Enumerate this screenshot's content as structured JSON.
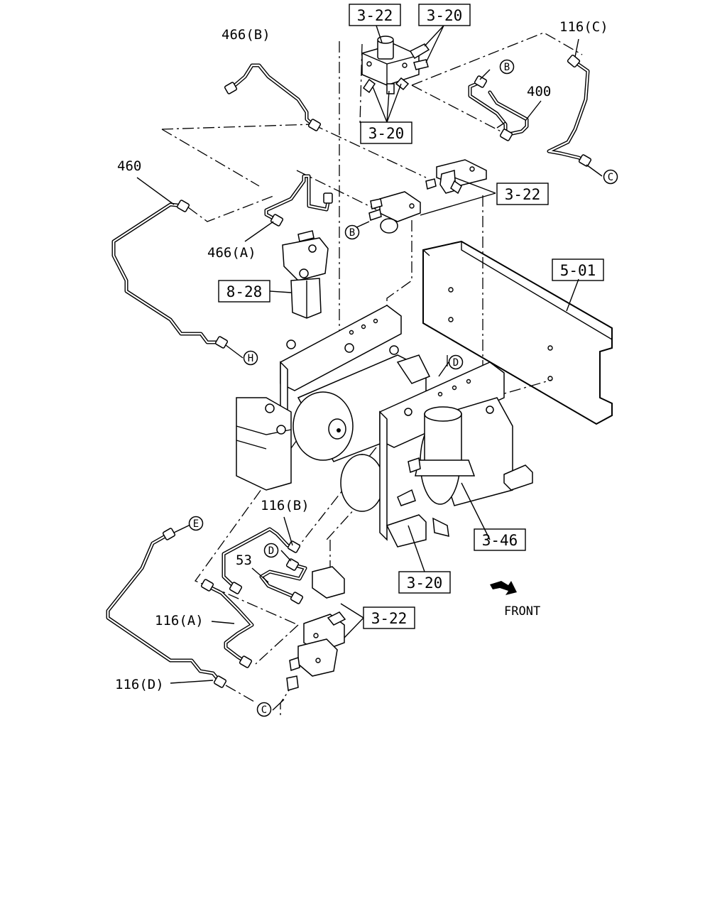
{
  "labels": {
    "p466B": "466(B)",
    "p322_top": "3-22",
    "p320_top": "3-20",
    "p116C": "116(C)",
    "p400": "400",
    "p320_mid": "3-20",
    "p460": "460",
    "p322_right": "3-22",
    "p466A": "466(A)",
    "p501": "5-01",
    "p828": "8-28",
    "p116B": "116(B)",
    "p53": "53",
    "p346": "3-46",
    "p320_bottom": "3-20",
    "p116A": "116(A)",
    "p322_bottom": "3-22",
    "p116D": "116(D)",
    "front": "FRONT"
  },
  "circles": {
    "B_top": "B",
    "C_right": "C",
    "B_mid": "B",
    "H": "H",
    "D_mid": "D",
    "E": "E",
    "D_low": "D",
    "C_bottom": "C"
  },
  "icons": {
    "front_arrow": "front-arrow-icon"
  }
}
